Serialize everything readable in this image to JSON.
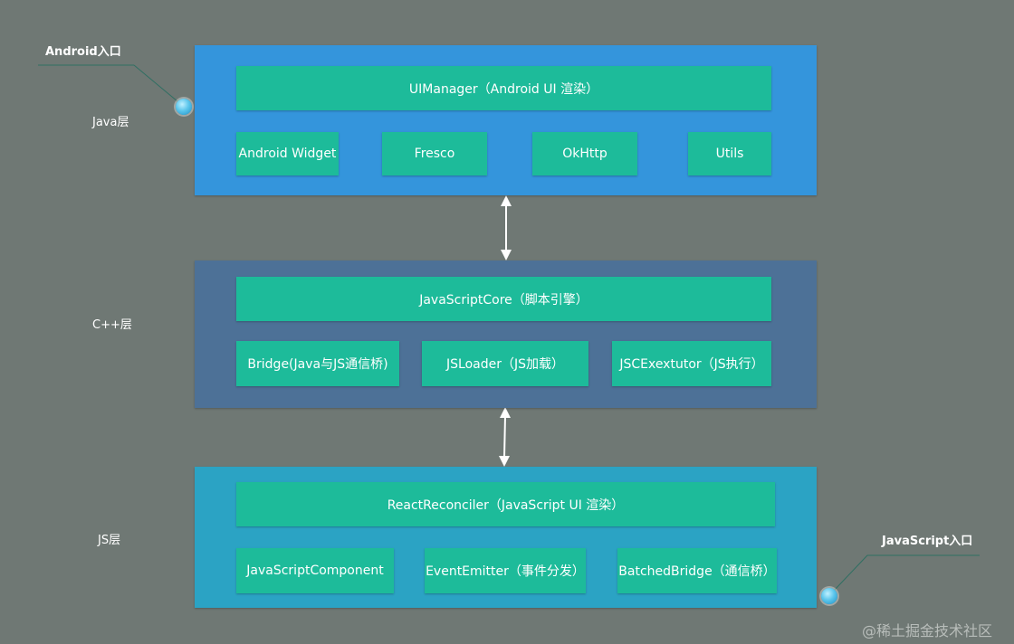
{
  "colors": {
    "background": "#6f7874",
    "java_layer": "#3495dc",
    "cpp_layer": "#4d7197",
    "js_layer": "#2ba3c4",
    "component": "#1dbb9a"
  },
  "entries": {
    "android": "Android入口",
    "javascript": "JavaScript入口"
  },
  "layers": {
    "java": {
      "label": "Java层",
      "top": "UIManager（Android UI 渲染）",
      "items": [
        "Android Widget",
        "Fresco",
        "OkHttp",
        "Utils"
      ]
    },
    "cpp": {
      "label": "C++层",
      "top": "JavaScriptCore（脚本引擎）",
      "items": [
        "Bridge(Java与JS通信桥)",
        "JSLoader（JS加载）",
        "JSCExextutor（JS执行）"
      ]
    },
    "js": {
      "label": "JS层",
      "top": "ReactReconciler（JavaScript UI 渲染）",
      "items": [
        "JavaScriptComponent",
        "EventEmitter（事件分发）",
        "BatchedBridge（通信桥）"
      ]
    }
  },
  "watermark": "@稀土掘金技术社区"
}
